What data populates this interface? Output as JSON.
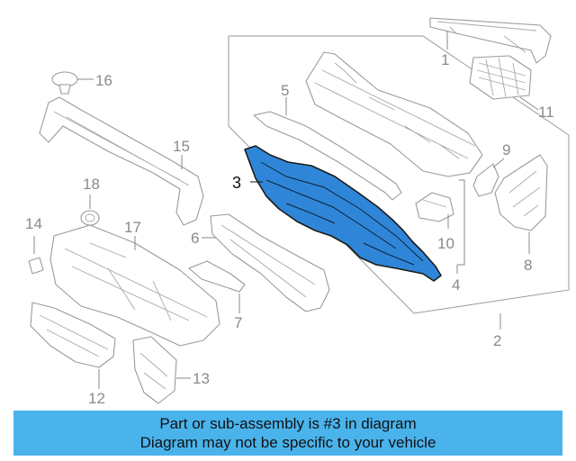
{
  "diagram": {
    "callouts": {
      "c1": "1",
      "c2": "2",
      "c3": "3",
      "c4": "4",
      "c5": "5",
      "c6": "6",
      "c7": "7",
      "c8": "8",
      "c9": "9",
      "c10": "10",
      "c11": "11",
      "c12": "12",
      "c13": "13",
      "c14": "14",
      "c15": "15",
      "c16": "16",
      "c17": "17",
      "c18": "18"
    },
    "highlighted_part": "3",
    "highlight_color": "#2f86d8"
  },
  "banner": {
    "line1": "Part or sub-assembly is #3 in diagram",
    "line2": "Diagram may not be specific to your vehicle",
    "background": "#4ab3ec"
  }
}
